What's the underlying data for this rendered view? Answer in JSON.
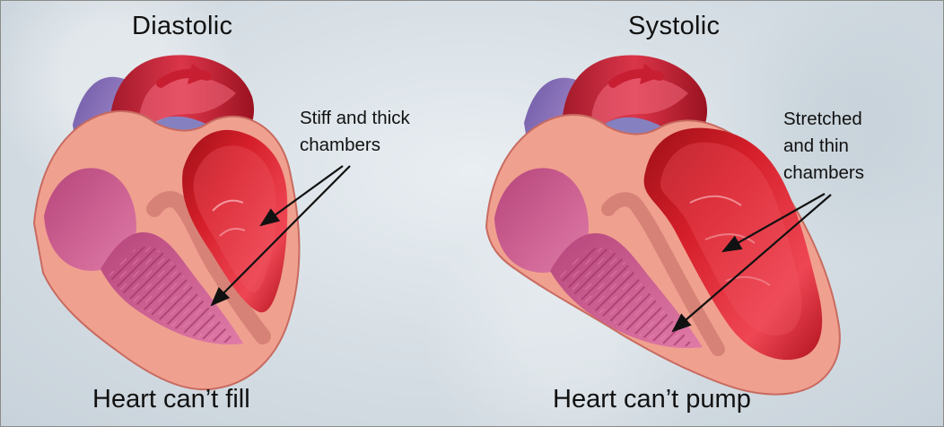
{
  "panels": [
    {
      "title": "Diastolic",
      "annotation": "Stiff and thick\nchambers",
      "caption": "Heart can’t fill"
    },
    {
      "title": "Systolic",
      "annotation": "Stretched\nand thin\nchambers",
      "caption": "Heart can’t pump"
    }
  ],
  "colors": {
    "background": "#d8e0e6",
    "heart_wall": "#f2a48f",
    "ventricle_red": "#d51f2a",
    "vessel_purple": "#8e71b5",
    "arrow_red": "#c40f22"
  }
}
